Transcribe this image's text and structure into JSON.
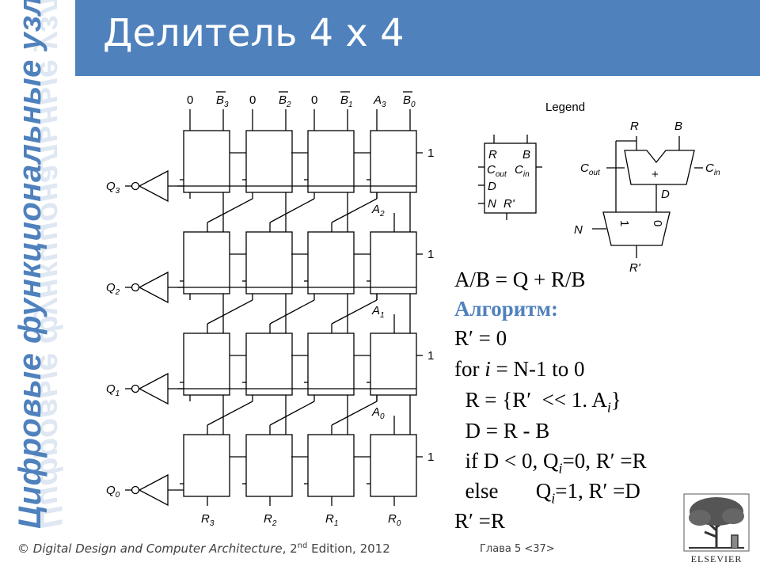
{
  "title": "Делитель 4 x 4",
  "side_title": "Цифровые функциональные узлы",
  "array": {
    "top_inputs": [
      {
        "pre": "0",
        "b": "B",
        "b_sub": "3"
      },
      {
        "pre": "0",
        "b": "B",
        "b_sub": "2"
      },
      {
        "pre": "0",
        "b": "B",
        "b_sub": "1"
      },
      {
        "pre": "A",
        "pre_sub": "3",
        "b": "B",
        "b_sub": "0"
      }
    ],
    "a_labels": [
      {
        "main": "A",
        "sub": "2"
      },
      {
        "main": "A",
        "sub": "1"
      },
      {
        "main": "A",
        "sub": "0"
      }
    ],
    "q_labels": [
      {
        "main": "Q",
        "sub": "3"
      },
      {
        "main": "Q",
        "sub": "2"
      },
      {
        "main": "Q",
        "sub": "1"
      },
      {
        "main": "Q",
        "sub": "0"
      }
    ],
    "one_label": "1",
    "r_labels": [
      {
        "main": "R",
        "sub": "3"
      },
      {
        "main": "R",
        "sub": "2"
      },
      {
        "main": "R",
        "sub": "1"
      },
      {
        "main": "R",
        "sub": "0"
      }
    ]
  },
  "legend": {
    "title": "Legend",
    "box_r": "R",
    "box_b": "B",
    "box_cout": "C",
    "box_cout_sub": "out",
    "box_cin": "C",
    "box_cin_sub": "in",
    "box_d": "D",
    "box_n": "N",
    "box_rp": "R'",
    "detail_r": "R",
    "detail_b": "B",
    "detail_cout": "C",
    "detail_cout_sub": "out",
    "detail_cin": "C",
    "detail_cin_sub": "in",
    "detail_plus": "+",
    "detail_d": "D",
    "detail_n": "N",
    "mux_1": "1",
    "mux_0": "0",
    "detail_rp": "R'"
  },
  "algorithm": {
    "eq": "A/B = Q + R/B",
    "head": "Алгоритм:",
    "init_r": "R′",
    "init_rest": " = 0",
    "for_pre": "for ",
    "for_i": "i",
    "for_post": " = N-1 to 0",
    "shift_pre": "  R = {R′  << 1. A",
    "shift_i": "i",
    "shift_post": "}",
    "sub": "  D = R - B",
    "if_pre": "  if D < 0, Q",
    "if_i": "i",
    "if_post": "=0, R′ =R",
    "else_pre": "  else       Q",
    "else_i": "i",
    "else_post": "=1, R′ =D",
    "final": "R′ =R"
  },
  "footer": {
    "left_pre": "© ",
    "left_italic": "Digital Design and Computer Architecture",
    "left_mid": ", 2",
    "left_sup": "nd",
    "left_post": " Edition, 2012",
    "right": "Глава 5 <37>"
  },
  "logo": {
    "text": "ELSEVIER"
  }
}
